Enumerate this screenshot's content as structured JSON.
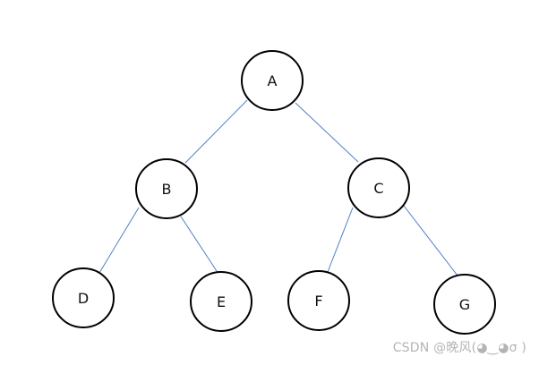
{
  "diagram": {
    "nodes": [
      {
        "id": "A",
        "label": "A"
      },
      {
        "id": "B",
        "label": "B"
      },
      {
        "id": "C",
        "label": "C"
      },
      {
        "id": "D",
        "label": "D"
      },
      {
        "id": "E",
        "label": "E"
      },
      {
        "id": "F",
        "label": "F"
      },
      {
        "id": "G",
        "label": "G"
      }
    ],
    "edges": [
      {
        "from": "A",
        "to": "B"
      },
      {
        "from": "A",
        "to": "C"
      },
      {
        "from": "B",
        "to": "D"
      },
      {
        "from": "B",
        "to": "E"
      },
      {
        "from": "C",
        "to": "F"
      },
      {
        "from": "C",
        "to": "G"
      }
    ],
    "colors": {
      "edge": "#4f7fc4",
      "node_stroke": "#000000",
      "node_fill": "#ffffff"
    }
  },
  "watermark": {
    "text": "CSDN @晚风(◕‿◕σ )"
  }
}
